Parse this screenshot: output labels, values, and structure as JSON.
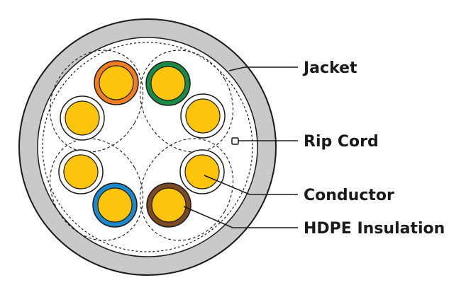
{
  "labels": {
    "jacket": "Jacket",
    "rip_cord": "Rip Cord",
    "conductor": "Conductor",
    "insulation": "HDPE Insulation"
  },
  "colors": {
    "jacket": "#c9c9c9",
    "core_fill": "#ffffff",
    "conductor": "#fdc40e",
    "orange": "#ef7d22",
    "green": "#1b8a45",
    "blue": "#1e87c9",
    "brown": "#7a4a27",
    "white_ins": "#ffffff",
    "line": "#1a1a1a"
  }
}
